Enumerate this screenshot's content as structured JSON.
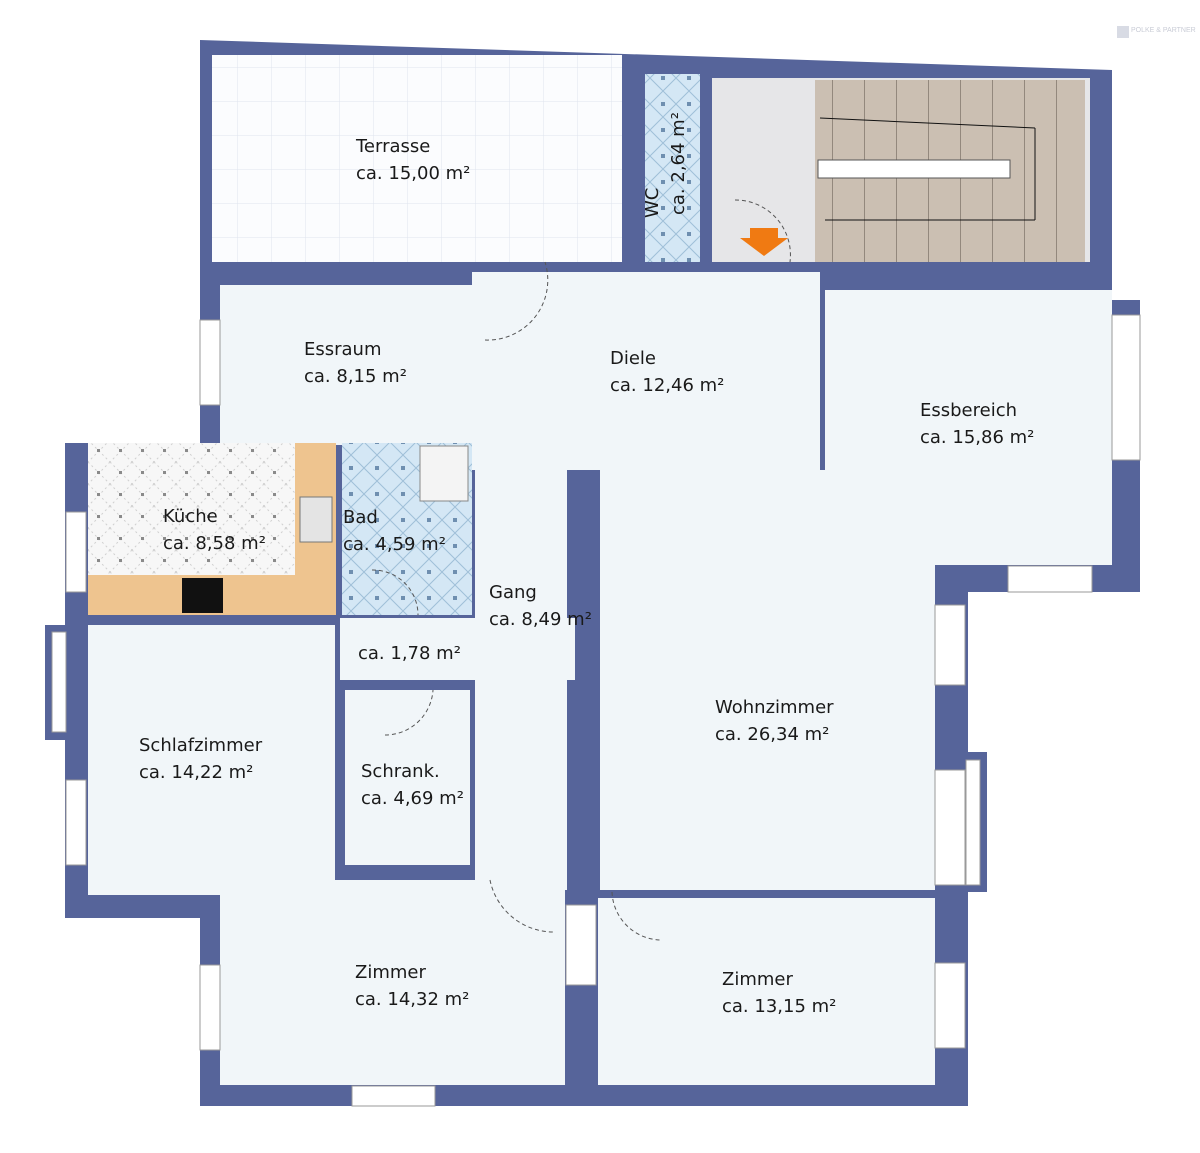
{
  "logo": {
    "text": "POLKE & PARTNER"
  },
  "colors": {
    "wall": "#56649a",
    "floor": "#f1f6f9",
    "tile_blue": "#d4e7f5",
    "kitchen": "#eec48f",
    "stairs": "#cbbfb2",
    "arrow": "#f07a12"
  },
  "rooms": [
    {
      "name": "Terrasse",
      "area": "ca. 15,00 m²"
    },
    {
      "name": "WC",
      "area": "ca. 2,64 m²"
    },
    {
      "name": "Essraum",
      "area": "ca. 8,15 m²"
    },
    {
      "name": "Diele",
      "area": "ca. 12,46 m²"
    },
    {
      "name": "Essbereich",
      "area": "ca. 15,86 m²"
    },
    {
      "name": "Küche",
      "area": "ca. 8,58 m²"
    },
    {
      "name": "Bad",
      "area": "ca. 4,59 m²"
    },
    {
      "name": "Gang",
      "area": "ca. 8,49 m²"
    },
    {
      "name": "",
      "area": "ca. 1,78 m²"
    },
    {
      "name": "Schlafzimmer",
      "area": "ca. 14,22 m²"
    },
    {
      "name": "Schrank.",
      "area": "ca. 4,69 m²"
    },
    {
      "name": "Wohnzimmer",
      "area": "ca. 26,34 m²"
    },
    {
      "name": "Zimmer",
      "area": "ca. 14,32 m²"
    },
    {
      "name": "Zimmer",
      "area": "ca. 13,15 m²"
    }
  ]
}
